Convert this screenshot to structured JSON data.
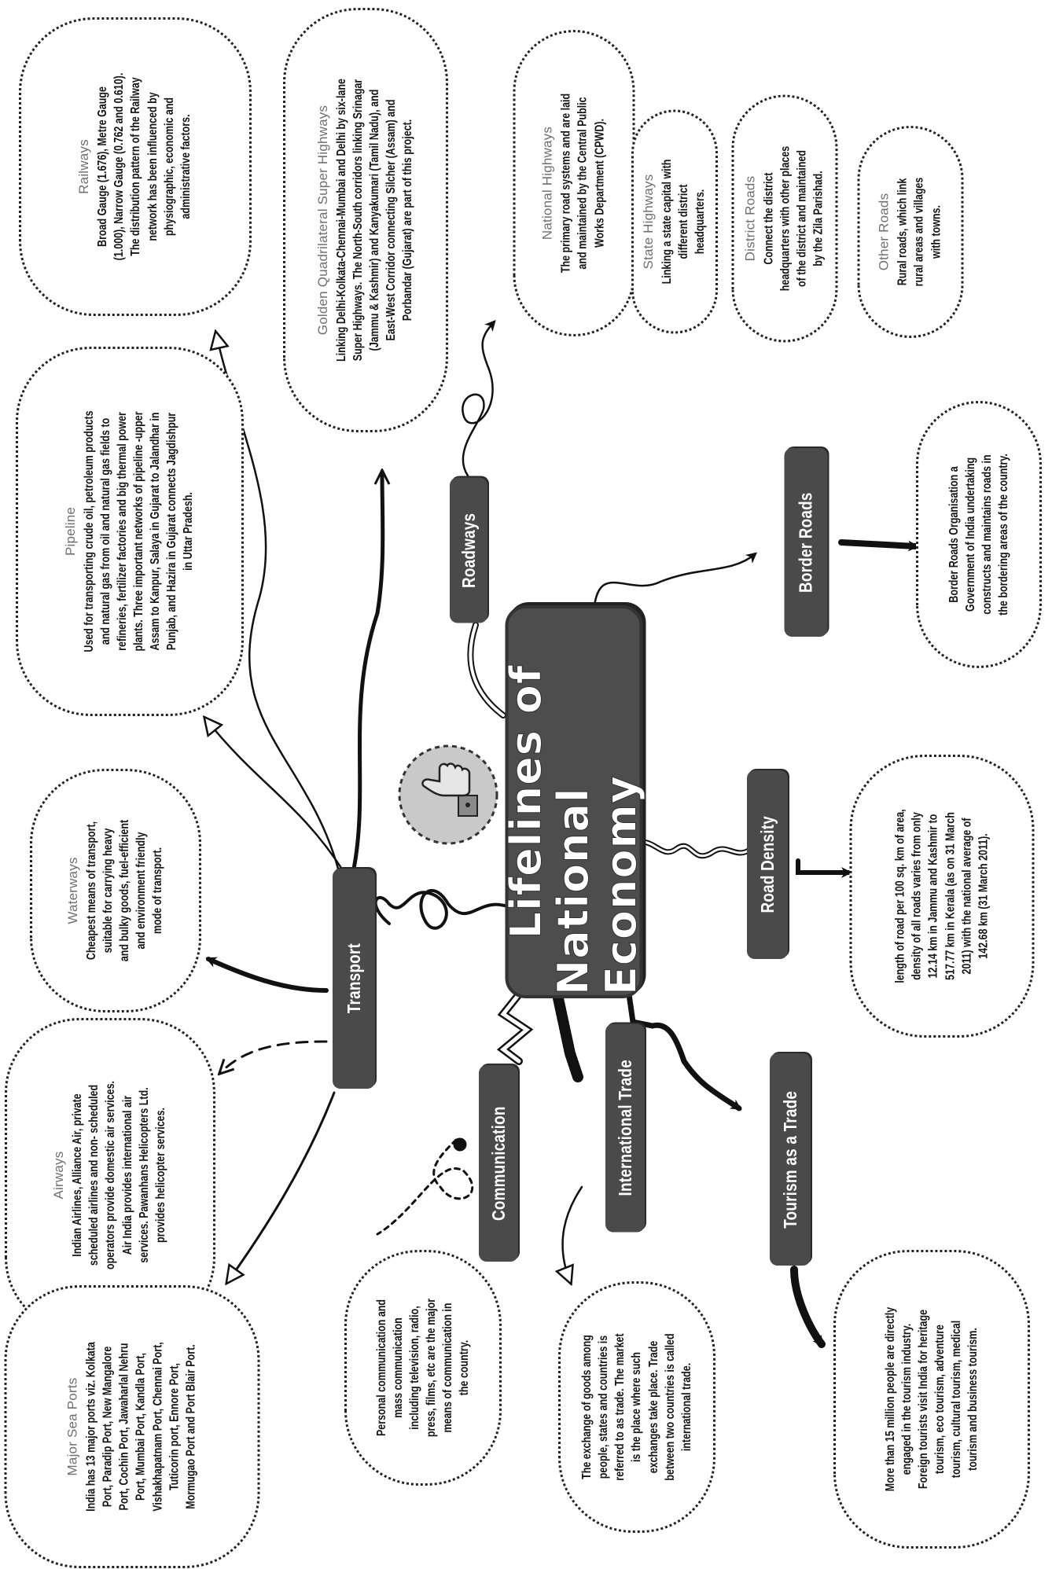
{
  "center": {
    "line1": "Lifelines of",
    "line2": "National Economy"
  },
  "labels": {
    "transport": "Transport",
    "roadways": "Roadways",
    "border_roads": "Border Roads",
    "road_density": "Road Density",
    "communication": "Communication",
    "international_trade": "International Trade",
    "tourism": "Tourism as a Trade"
  },
  "bubbles": {
    "railways": {
      "title": "Railways",
      "text": "Broad Gauge (1.676), Metre Gauge (1.000), Narrow Gauge (0.762 and 0.610). The distribution pattern of the Railway network has been influenced by physiographic, economic and administrative factors."
    },
    "pipeline": {
      "title": "Pipeline",
      "text": "Used for transporting crude oil, petroleum products and natural gas from oil and natural gas fields to refineries, fertilizer factories and big thermal power plants. Three important networks of pipeline -upper Assam to Kanpur, Salaya in Gujarat to Jalandhar in Punjab, and Hazira in Gujarat connects Jagdishpur in Uttar Pradesh."
    },
    "waterways": {
      "title": "Waterways",
      "text": "Cheapest means of transport, suitable for carrying heavy and bulky goods, fuel-efficient and environment friendly mode of transport."
    },
    "airways": {
      "title": "Airways",
      "text": "Indian Airlines, Alliance Air, private scheduled airlines and non- scheduled operators provide domestic air services. Air India provides international air services. Pawanhans Helicopters Ltd. provides helicopter services."
    },
    "sea_ports": {
      "title": "Major Sea Ports",
      "text": "India has 13 major ports viz. Kolkata Port, Paradip Port, New Mangalore Port, Cochin Port, Jawaharlal Nehru Port, Mumbai Port, Kandla Port, Vishakhapatnam Port, Chennai Port, Tuticorin port, Ennore Port, Mormugao Port and Port Blair Port."
    },
    "golden_quad": {
      "title": "Golden Quadrilateral Super Highways",
      "text": "Linking Delhi-Kolkata-Chennai-Mumbai and Delhi by six-lane Super Highways. The North-South corridors linking Srinagar (Jammu & Kashmir) and Kanyakumari (Tamil Nadu), and East-West Corridor connecting Silcher (Assam) and Porbandar (Gujarat) are part of this project."
    },
    "national_highways": {
      "title": "National Highways",
      "text": "The primary road systems and are laid and maintained by the Central Public Works Department (CPWD)."
    },
    "state_highways": {
      "title": "State Highways",
      "text": "Linking a state capital with different district headquarters."
    },
    "district_roads": {
      "title": "District Roads",
      "text": "Connect the district headquarters with other places of the district and maintained by the Zila Parishad."
    },
    "other_roads": {
      "title": "Other Roads",
      "text": "Rural roads, which link rural areas and villages with towns."
    },
    "border_roads": {
      "title": "",
      "text": "Border Roads Organisation a Government of India undertaking constructs and maintains roads in the bordering areas of the country."
    },
    "road_density": {
      "title": "",
      "text": "length of road per 100 sq. km of area, density of all roads varies from only 12.14 km in Jammu and Kashmir to 517.77 km in Kerala (as on 31 March 2011) with the national average of 142.68 km (31 March 2011)."
    },
    "communication": {
      "title": "",
      "text": "Personal communication and mass communication including television, radio, press, films, etc are the major means of communication in the country."
    },
    "international_trade": {
      "title": "",
      "text": "The exchange of goods among people, states and countries is referred to as trade. The market is the place where such exchanges take place. Trade between two countries is called international trade."
    },
    "tourism": {
      "title": "",
      "text": "More than 15 million people are directly engaged in the tourism industry. Foreign tourists visit India for heritage tourism, eco tourism, adventure tourism, cultural tourism, medical tourism and business tourism."
    }
  },
  "icons": [
    "thumbs-up-icon"
  ]
}
